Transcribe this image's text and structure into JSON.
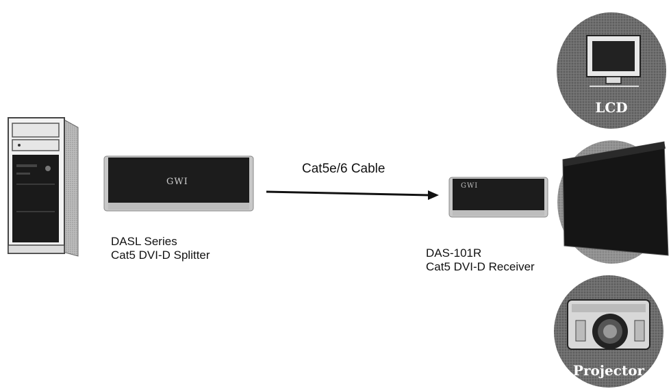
{
  "cable": {
    "label": "Cat5e/6 Cable"
  },
  "splitter": {
    "line1": "DASL Series",
    "line2": "Cat5 DVI-D Splitter",
    "logo_text": "GWI"
  },
  "receiver": {
    "line1": "DAS-101R",
    "line2": "Cat5 DVI-D Receiver",
    "logo_text": "GWI"
  },
  "displays": {
    "lcd_label": "LCD",
    "projector_label": "Projector"
  },
  "colors": {
    "device_body": "#1c1c1c",
    "device_frame": "#cfcfcf",
    "badge_bg": "#6e6e6e",
    "arrow": "#111111"
  },
  "icons": {
    "pc": "pc-tower-icon",
    "lcd": "lcd-monitor-icon",
    "screen": "display-screen-icon",
    "projector": "projector-icon"
  }
}
